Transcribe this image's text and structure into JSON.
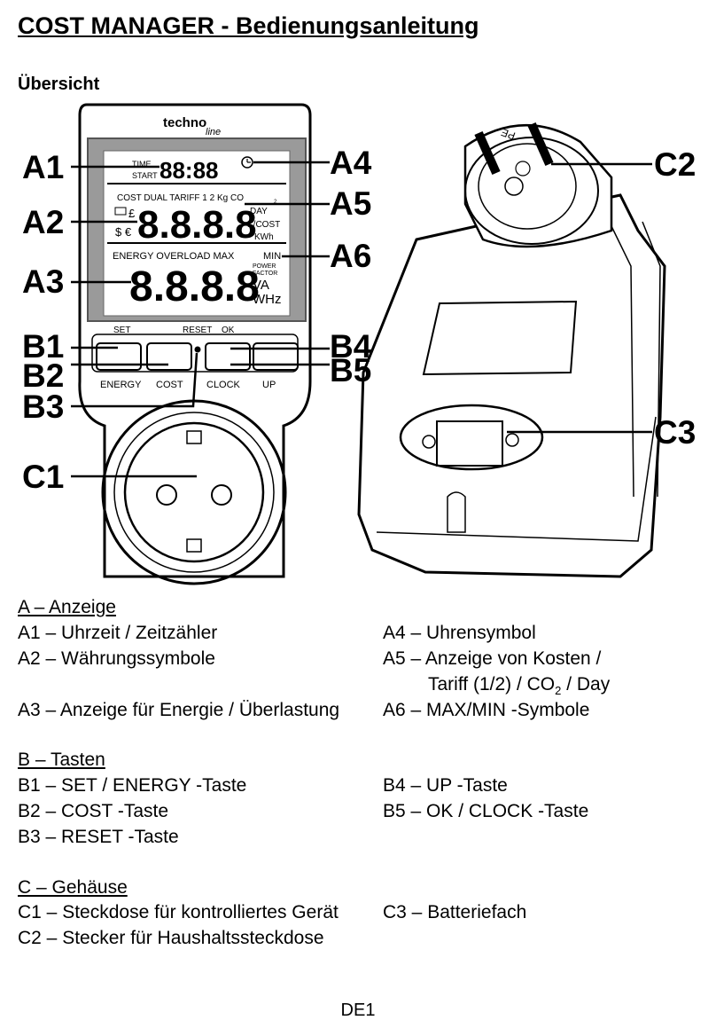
{
  "page_title": "COST MANAGER - Bedienungsanleitung",
  "overview_heading": "Übersicht",
  "figure": {
    "brand": "techno",
    "brand_script": "line",
    "callouts": [
      "A1",
      "A2",
      "A3",
      "A4",
      "A5",
      "A6",
      "B1",
      "B2",
      "B3",
      "B4",
      "B5",
      "C1",
      "C2",
      "C3"
    ],
    "lcd": {
      "time": "TIME",
      "start": "START",
      "row1_digits": "88:88",
      "row2_labels": "COST  DUAL  TARIFF   1  2   Kg  CO",
      "co_sub": "2",
      "pound": "£",
      "dollar_euro": "$ €",
      "row2_digits": "8.8.8.8",
      "day": "DAY",
      "kcost": "K/COST",
      "kwh": "KWh",
      "row3_labels": "ENERGY   OVERLOAD    MAX",
      "min": "MIN",
      "row3_digits": "8.8.8.8",
      "power": "POWER",
      "factor": "FACTOR",
      "va": "VA",
      "whz": "WHz"
    },
    "buttons": {
      "set": "SET",
      "reset": "RESET",
      "ok": "OK",
      "energy": "ENERGY",
      "cost": "COST",
      "clock": "CLOCK",
      "up": "UP"
    },
    "plug_marks": {
      "pe": "PE"
    }
  },
  "section_a": {
    "heading": "A – Anzeige",
    "a1": "A1 – Uhrzeit / Zeitzähler",
    "a2": "A2 – Währungssymbole",
    "a3": "A3 – Anzeige für Energie / Überlastung",
    "a4": "A4 – Uhrensymbol",
    "a5_line1": "A5 – Anzeige von Kosten /",
    "a5_line2_pre": "Tariff (1/2) / CO",
    "a5_line2_sub": "2",
    "a5_line2_post": " / Day",
    "a6": "A6 – MAX/MIN -Symbole"
  },
  "section_b": {
    "heading": "B – Tasten",
    "b1": "B1 – SET / ENERGY -Taste",
    "b2": "B2 – COST -Taste",
    "b3": "B3 – RESET -Taste",
    "b4": "B4 – UP -Taste",
    "b5": "B5 – OK / CLOCK -Taste"
  },
  "section_c": {
    "heading": "C – Gehäuse",
    "c1": "C1 – Steckdose für kontrolliertes Gerät",
    "c2": "C2 – Stecker für Haushaltssteckdose",
    "c3": "C3 – Batteriefach"
  },
  "footer": "DE1"
}
